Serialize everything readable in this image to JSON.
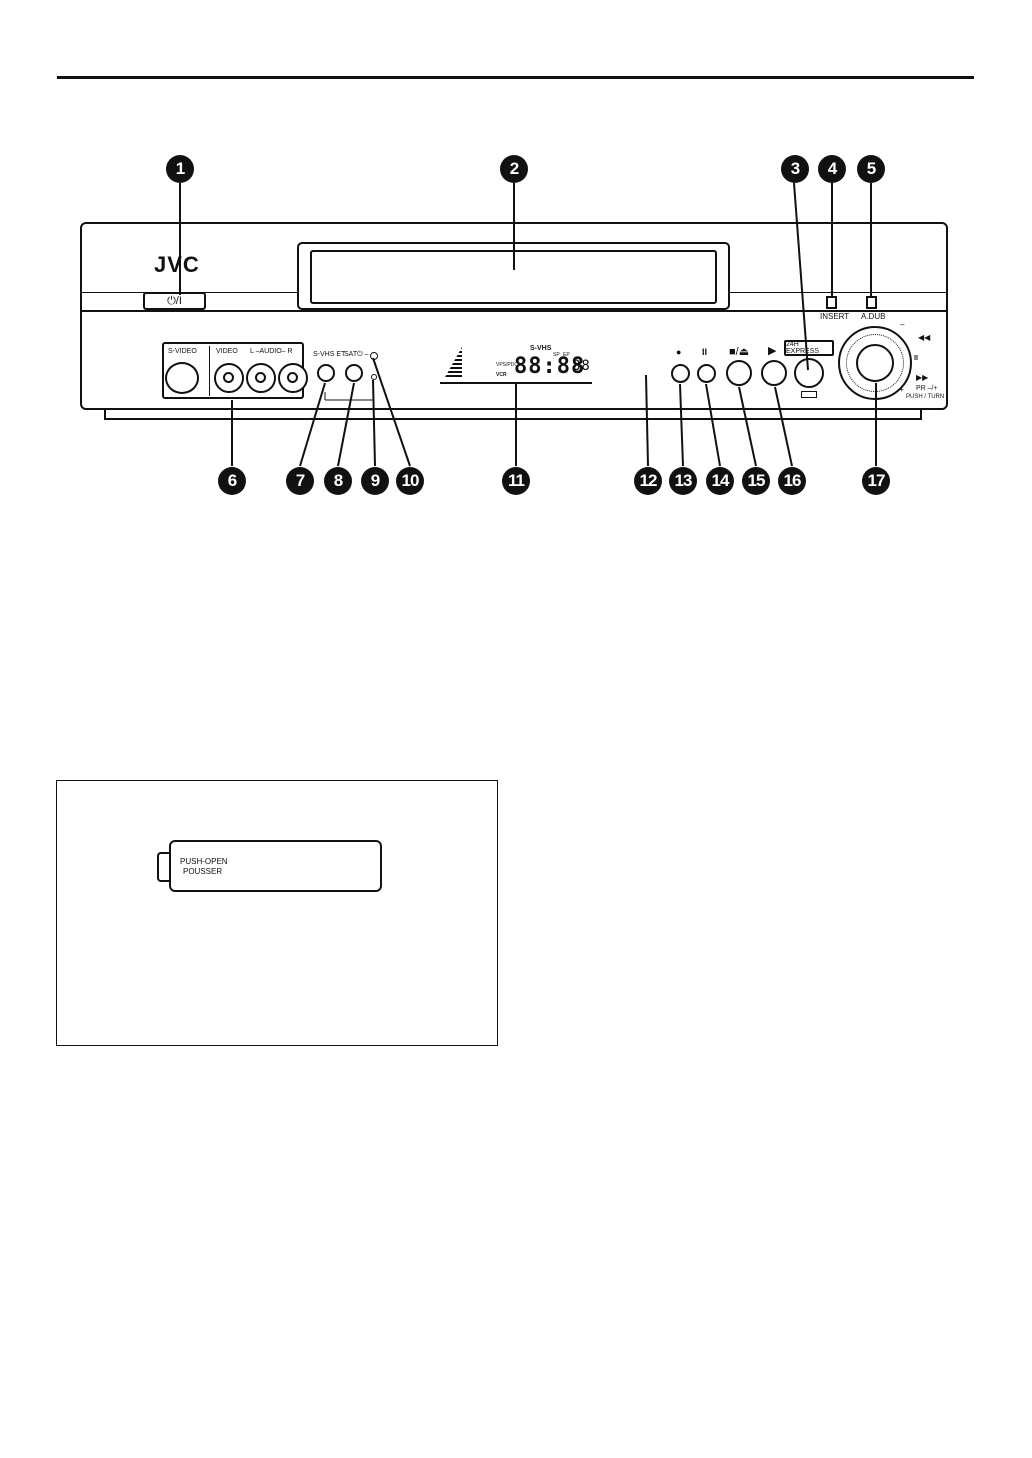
{
  "brand": "JVC",
  "front_panel": {
    "power_label": "⏻/I",
    "insert_label": "INSERT",
    "adub_label": "A.DUB",
    "express_label": "24H EXPRESS",
    "svideo_label": "S-VIDEO",
    "video_label": "VIDEO",
    "audio_label": "L –AUDIO– R",
    "svhs_et_label": "S-VHS ET",
    "sat_label": "SAT⏻ –",
    "jog_labels": {
      "minus": "–",
      "rew": "◀◀",
      "pause": "II",
      "ff": "▶▶",
      "plus": "+",
      "pr": "PR –/+",
      "push_turn": "PUSH / TURN"
    },
    "transport_symbols": {
      "rec": "●",
      "pause": "II",
      "stop_eject": "■/⏏",
      "play": "▶"
    },
    "display": {
      "time": "88:88",
      "channel": "88",
      "svhs": "S-VHS",
      "sp": "SP",
      "ep": "EP",
      "vps": "VPS/PDC",
      "vcr": "VCR"
    }
  },
  "callouts": [
    "1",
    "2",
    "3",
    "4",
    "5",
    "6",
    "7",
    "8",
    "9",
    "10",
    "11",
    "12",
    "13",
    "14",
    "15",
    "16",
    "17"
  ],
  "battery_label": {
    "line1": "PUSH-OPEN",
    "line2": "POUSSER"
  }
}
